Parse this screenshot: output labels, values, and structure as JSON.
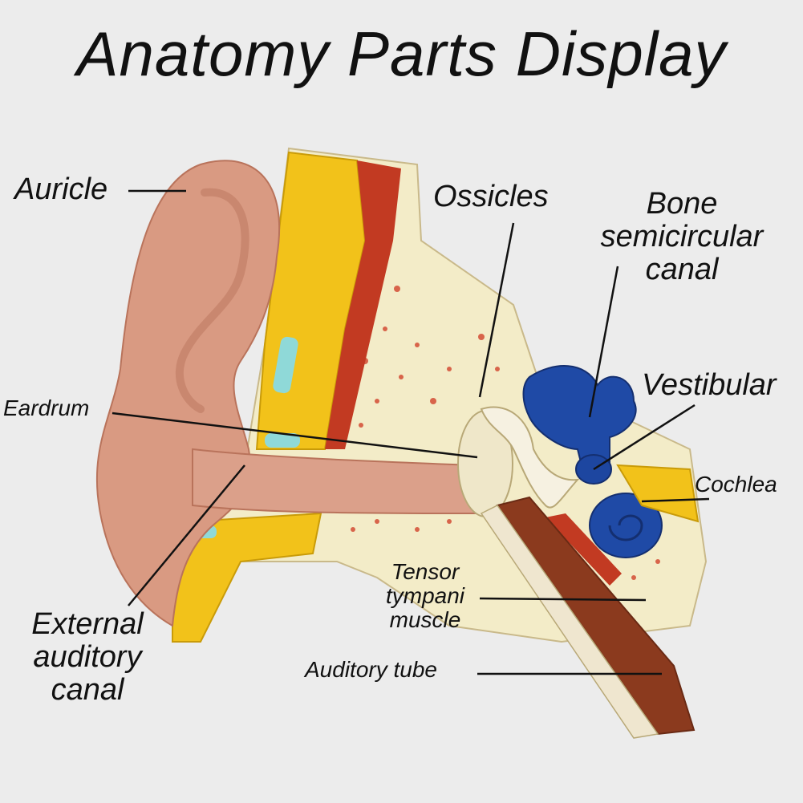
{
  "title": "Anatomy Parts Display",
  "labels": {
    "auricle": "Auricle",
    "ossicles": "Ossicles",
    "bone_semicircular_canal": [
      "Bone",
      "semicircular",
      "canal"
    ],
    "vestibular": "Vestibular",
    "eardrum": "Eardrum",
    "cochlea": "Cochlea",
    "external_auditory_canal": [
      "External",
      "auditory",
      "canal"
    ],
    "tensor_tympani_muscle": [
      "Tensor",
      "tympani",
      "muscle"
    ],
    "auditory_tube": "Auditory tube"
  },
  "colors": {
    "background": "#ececec",
    "skin": "#d99a82",
    "fat": "#f2c21a",
    "bone": "#f3ecc8",
    "bone_spots": "#d8644a",
    "muscle": "#c23a22",
    "tube": "#8b3a1e",
    "inner_ear_blue": "#1f4aa6",
    "eardrum": "#efe7c9",
    "line": "#111111"
  }
}
